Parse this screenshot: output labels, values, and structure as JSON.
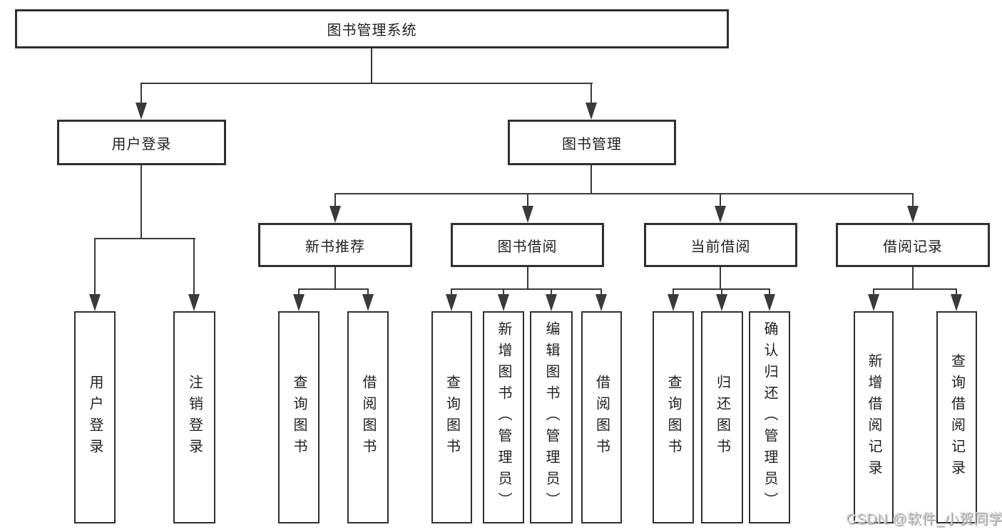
{
  "diagram": {
    "title": "图书管理系统",
    "level2": {
      "user_login": "用户登录",
      "book_mgmt": "图书管理"
    },
    "level3": {
      "new_book": "新书推荐",
      "book_borrow": "图书借阅",
      "current_borrow": "当前借阅",
      "borrow_record": "借阅记录"
    },
    "leaves": {
      "user_login": "用户登录",
      "logout": "注销登录",
      "nb_query": "查询图书",
      "nb_borrow": "借阅图书",
      "bb_query": "查询图书",
      "bb_add": "新增图书（管理员）",
      "bb_edit": "编辑图书（管理员）",
      "bb_borrow": "借阅图书",
      "cb_query": "查询图书",
      "cb_return": "归还图书",
      "cb_confirm": "确认归还（管理员）",
      "br_add": "新增借阅记录",
      "br_query": "查询借阅记录"
    }
  },
  "watermark": "CSDN @软件_小贺同学",
  "colors": {
    "line": "#3a3a3a",
    "border": "#2f2f2f",
    "text": "#1f1f1f",
    "background": "#ffffff",
    "watermark": "#d6d6d6"
  }
}
